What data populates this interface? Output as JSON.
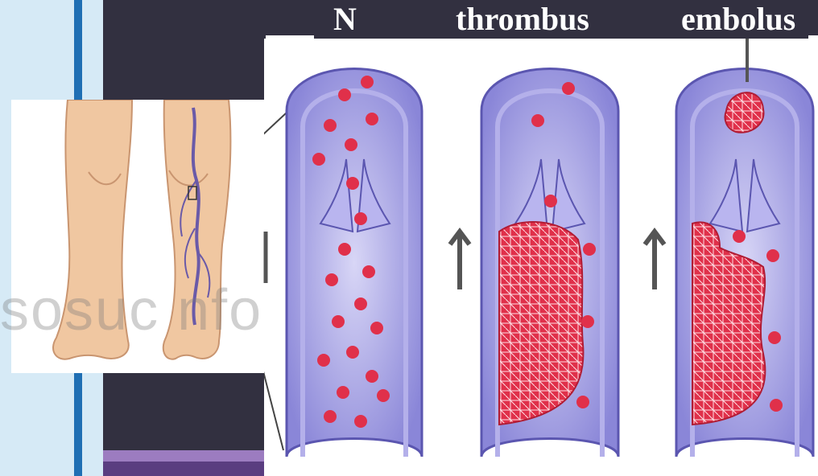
{
  "slide": {
    "headings": {
      "normal": "N",
      "thrombus": "thrombus",
      "embolus": "embolus"
    },
    "watermark_text": "sosuc nfo.",
    "colors": {
      "background_light": "#d6eaf6",
      "accent_blue": "#1f6fb4",
      "slide_dark": "#323040",
      "purple_light": "#9c7cc0",
      "purple_dark": "#5a3d80",
      "vessel_wall": "#8a86d8",
      "blood_cell": "#e0304a"
    }
  },
  "illustration": {
    "left_image_icon": "leg-with-varicose-veins",
    "right_image_icon": "vein-cross-sections",
    "panels": [
      "normal-vein",
      "vein-with-thrombus",
      "vein-with-embolus"
    ],
    "flow_icon": "up-arrow-icon"
  }
}
